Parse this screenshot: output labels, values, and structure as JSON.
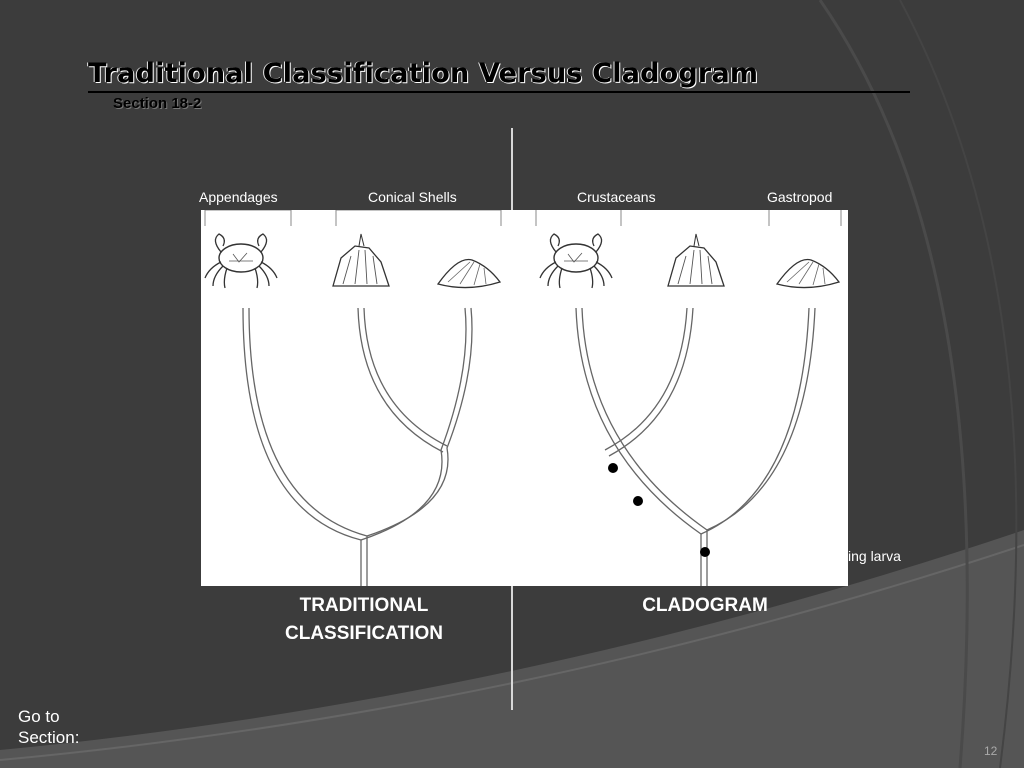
{
  "slide": {
    "title": "Traditional Classification Versus Cladogram",
    "subtitle": "Section 18-2",
    "page_number": "12"
  },
  "labels": {
    "appendages": "Appendages",
    "conical_shells": "Conical Shells",
    "crustaceans": "Crustaceans",
    "gastropod": "Gastropod",
    "larva_partial": "ing larva"
  },
  "captions": {
    "traditional_line1": "TRADITIONAL",
    "traditional_line2": "CLASSIFICATION",
    "cladogram": "CLADOGRAM"
  },
  "nav": {
    "goto_line1": "Go to",
    "goto_line2": "Section:"
  },
  "colors": {
    "background": "#3c3c3c",
    "accent_arc": "#5a5a5a"
  }
}
